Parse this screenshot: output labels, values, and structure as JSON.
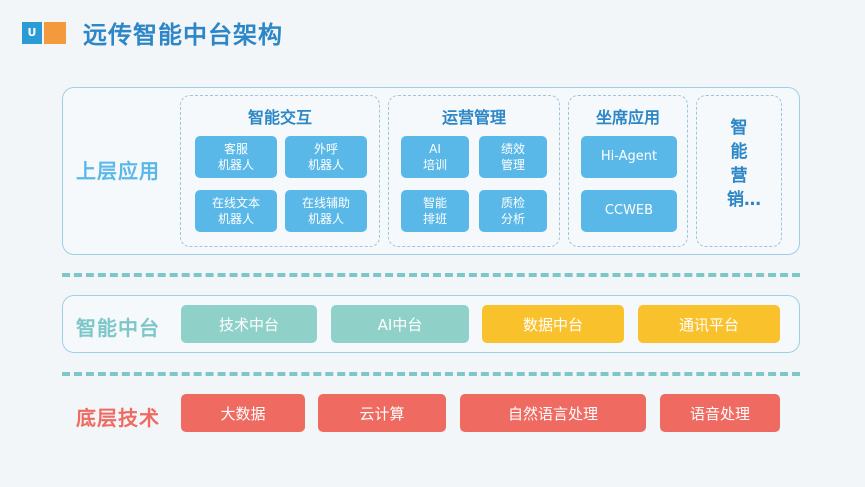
{
  "title": "远传智能中台架构",
  "logo_letter": "U",
  "colors": {
    "title": "#2d87c7",
    "box_blue": "#5ab8e8",
    "teal": "#8fd1c9",
    "yellow": "#f9c12c",
    "red": "#ef6b62",
    "separator": "#7ec7c9"
  },
  "upper": {
    "label": "上层应用",
    "groups": [
      {
        "title": "智能交互",
        "items": [
          "客服\n机器人",
          "外呼\n机器人",
          "在线文本\n机器人",
          "在线辅助\n机器人"
        ]
      },
      {
        "title": "运营管理",
        "items": [
          "AI\n培训",
          "绩效\n管理",
          "智能\n排班",
          "质检\n分析"
        ]
      },
      {
        "title": "坐席应用",
        "items": [
          "Hi-Agent",
          "CCWEB"
        ]
      },
      {
        "title": "智能营销…"
      }
    ]
  },
  "middle": {
    "label": "智能中台",
    "items": [
      "技术中台",
      "AI中台",
      "数据中台",
      "通讯平台"
    ]
  },
  "bottom": {
    "label": "底层技术",
    "items": [
      "大数据",
      "云计算",
      "自然语言处理",
      "语音处理"
    ]
  }
}
